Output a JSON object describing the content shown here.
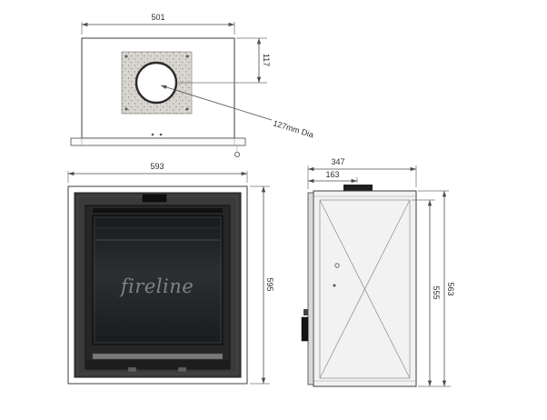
{
  "drawing": {
    "logo": "fireline",
    "top_view": {
      "plate_width": "501",
      "flue_offset": "117",
      "flue_diameter": "127mm Dia"
    },
    "front_view": {
      "width": "593",
      "height": "595"
    },
    "side_view": {
      "depth": "347",
      "flue_center_offset": "163",
      "inner_height": "555",
      "overall_height": "563"
    },
    "colors": {
      "line": "#4d4d4d",
      "stove_body": "#3a3a3a",
      "glass_dark": "#1a1c1e",
      "speckle_board": "#dad7d2"
    }
  }
}
